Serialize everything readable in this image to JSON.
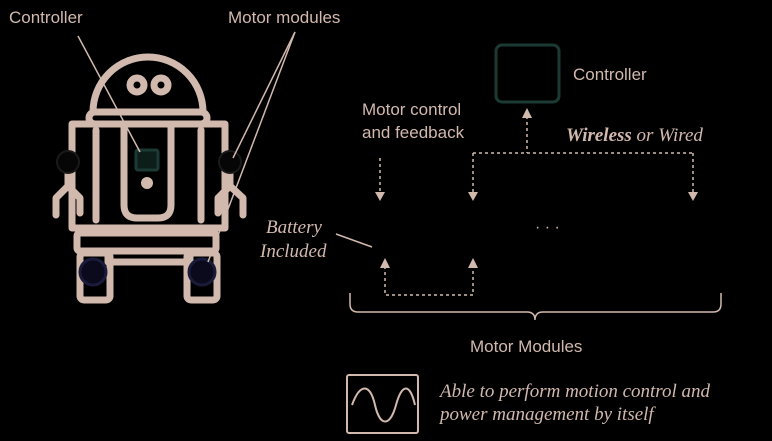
{
  "labels": {
    "robot_controller": "Controller",
    "robot_motor_modules": "Motor modules",
    "controller": "Controller",
    "motor_control_line1": "Motor control",
    "motor_control_line2": "and feedback",
    "wireless": "Wireless",
    "or": "or",
    "wired": "Wired",
    "battery": "Battery",
    "included": "Included",
    "ellipsis": "· · ·",
    "motor_modules": "Motor Modules",
    "legend_line1": "Able to perform motion control and",
    "legend_line2": "power management by itself"
  },
  "colors": {
    "background": "#000000",
    "line": "#d2b9ae",
    "controller_box": "#1c3a34",
    "wheel": "#1a1a3a"
  },
  "icons": {
    "robot": "robot-icon",
    "waveform": "sine-wave-icon"
  }
}
